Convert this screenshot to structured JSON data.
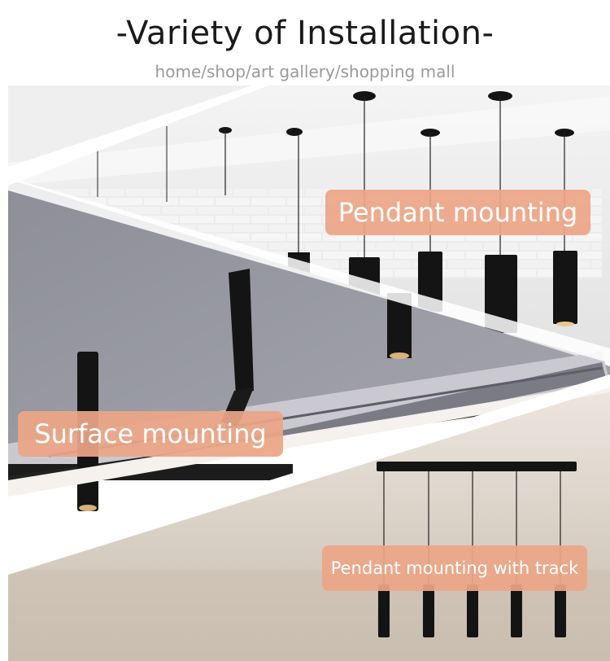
{
  "header": {
    "title": "-Variety of Installation-",
    "subtitle": "home/shop/art gallery/shopping mall"
  },
  "labels": {
    "pendant": "Pendant mounting",
    "surface": "Surface mounting",
    "track": "Pendant mounting with track"
  },
  "colors": {
    "label_background": "#eca687",
    "label_text": "#ffffff",
    "fixture": "#141414",
    "ceiling_gray": "#8e8e98"
  },
  "icons": {
    "fixture": "black-cylinder-spotlight-icon"
  }
}
